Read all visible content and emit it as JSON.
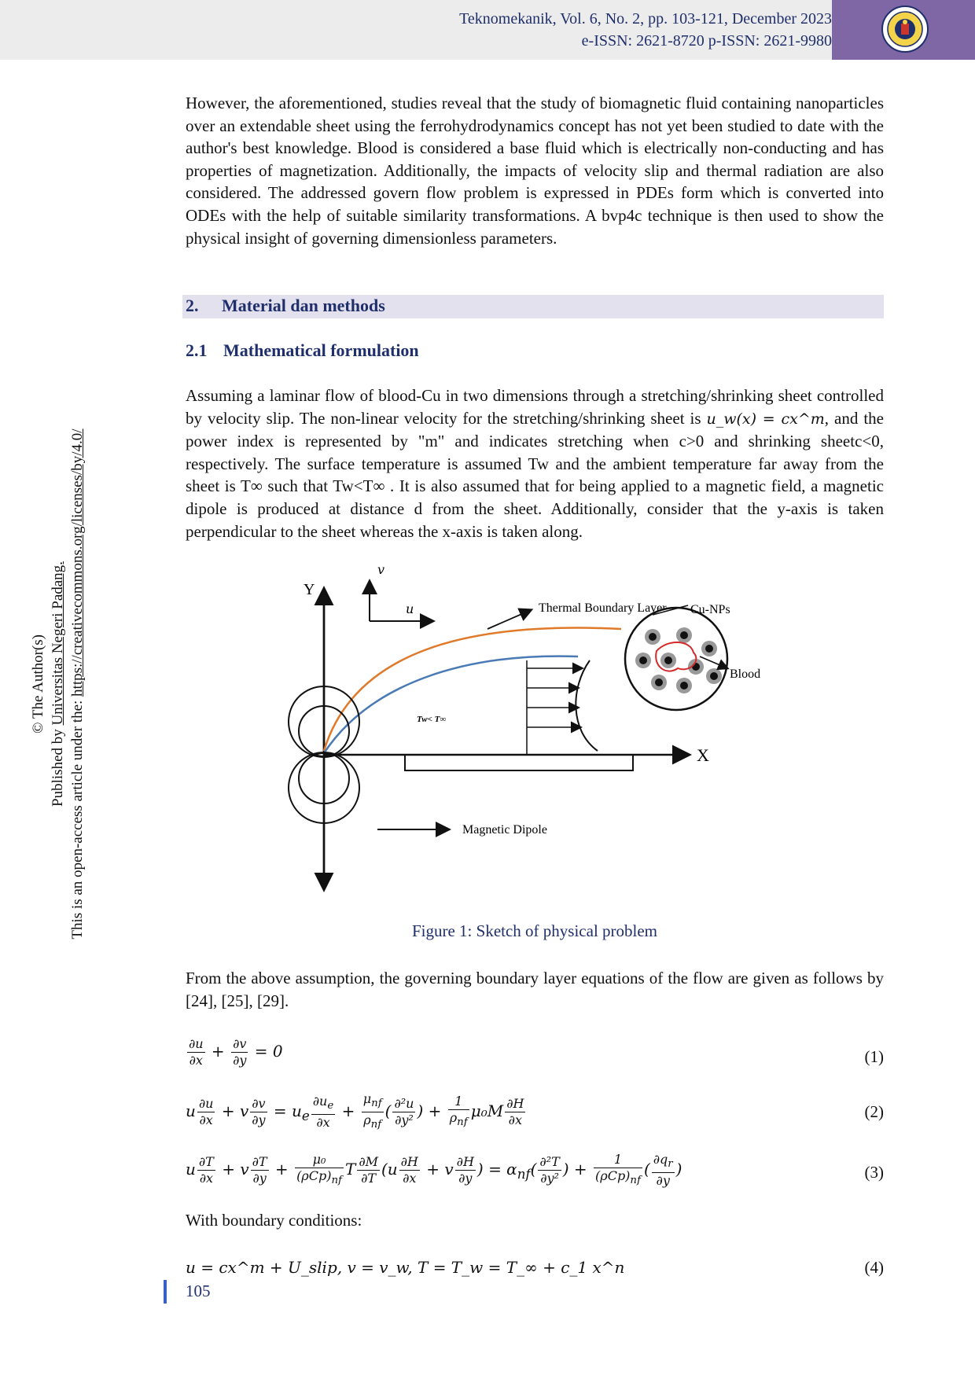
{
  "header": {
    "journal_line": "Teknomekanik, Vol. 6, No. 2, pp. 103-121, December 2023",
    "issn_line": "e-ISSN: 2621-8720   p-ISSN: 2621-9980"
  },
  "sidebar": {
    "line1": "© The Author(s)",
    "line2_prefix": "Published by ",
    "line2_link": "Universitas Negeri Padang.",
    "line3_prefix": "This is an open-access article under the: ",
    "line3_link": "https://creativecommons.org/licenses/by/4.0/"
  },
  "intro_paragraph": "However, the aforementioned, studies reveal that the study of biomagnetic fluid containing nanoparticles over an extendable sheet using the ferrohydrodynamics concept has not yet been studied to date with the author's best knowledge. Blood is considered a base fluid which is electrically non-conducting and has properties of magnetization. Additionally, the impacts of velocity slip and thermal radiation are also considered. The addressed govern flow problem is expressed in PDEs form which is converted into ODEs with the help of suitable similarity transformations. A bvp4c technique is then used to show the physical insight of governing dimensionless parameters.",
  "section2": {
    "number": "2.",
    "title": "Material dan methods"
  },
  "section21": {
    "number": "2.1",
    "title": "Mathematical formulation"
  },
  "formulation_paragraph": {
    "part1": "Assuming a laminar flow of blood-Cu in two dimensions through a stretching/shrinking sheet controlled by velocity slip. The non-linear velocity for the stretching/shrinking sheet is ",
    "uw": "u_w(x) = cx^m",
    "part2": ", and the power index is represented by \"m\" and indicates stretching when c>0 and shrinking sheetc<0, respectively. The surface temperature is assumed Tw and the ambient temperature far away from the sheet is T∞ such that Tw<T∞ . It is also assumed that for being applied to a magnetic field, a magnetic dipole is produced at distance d from the sheet. Additionally, consider that the y-axis is taken perpendicular to the sheet whereas the x-axis is taken along."
  },
  "figure": {
    "caption": "Figure 1: Sketch of physical problem",
    "labels": {
      "y_axis": "Y",
      "x_axis": "X",
      "v": "v",
      "u": "u",
      "thermal": "Thermal Boundary Layer",
      "nps": "Cu-NPs",
      "blood": "Blood",
      "temp": "Tw< T∞",
      "dipole": "Magnetic Dipole"
    }
  },
  "governing_paragraph": "From the above assumption, the governing boundary layer equations of the flow are given as follows by [24], [25], [29].",
  "equation_numbers": [
    "(1)",
    "(2)",
    "(3)",
    "(4)"
  ],
  "boundary_text": "With boundary conditions:",
  "equation4": "u =  cx^m + U_slip, v = v_w, T = T_w = T_∞ + c_1 x^n",
  "page_number": "105"
}
